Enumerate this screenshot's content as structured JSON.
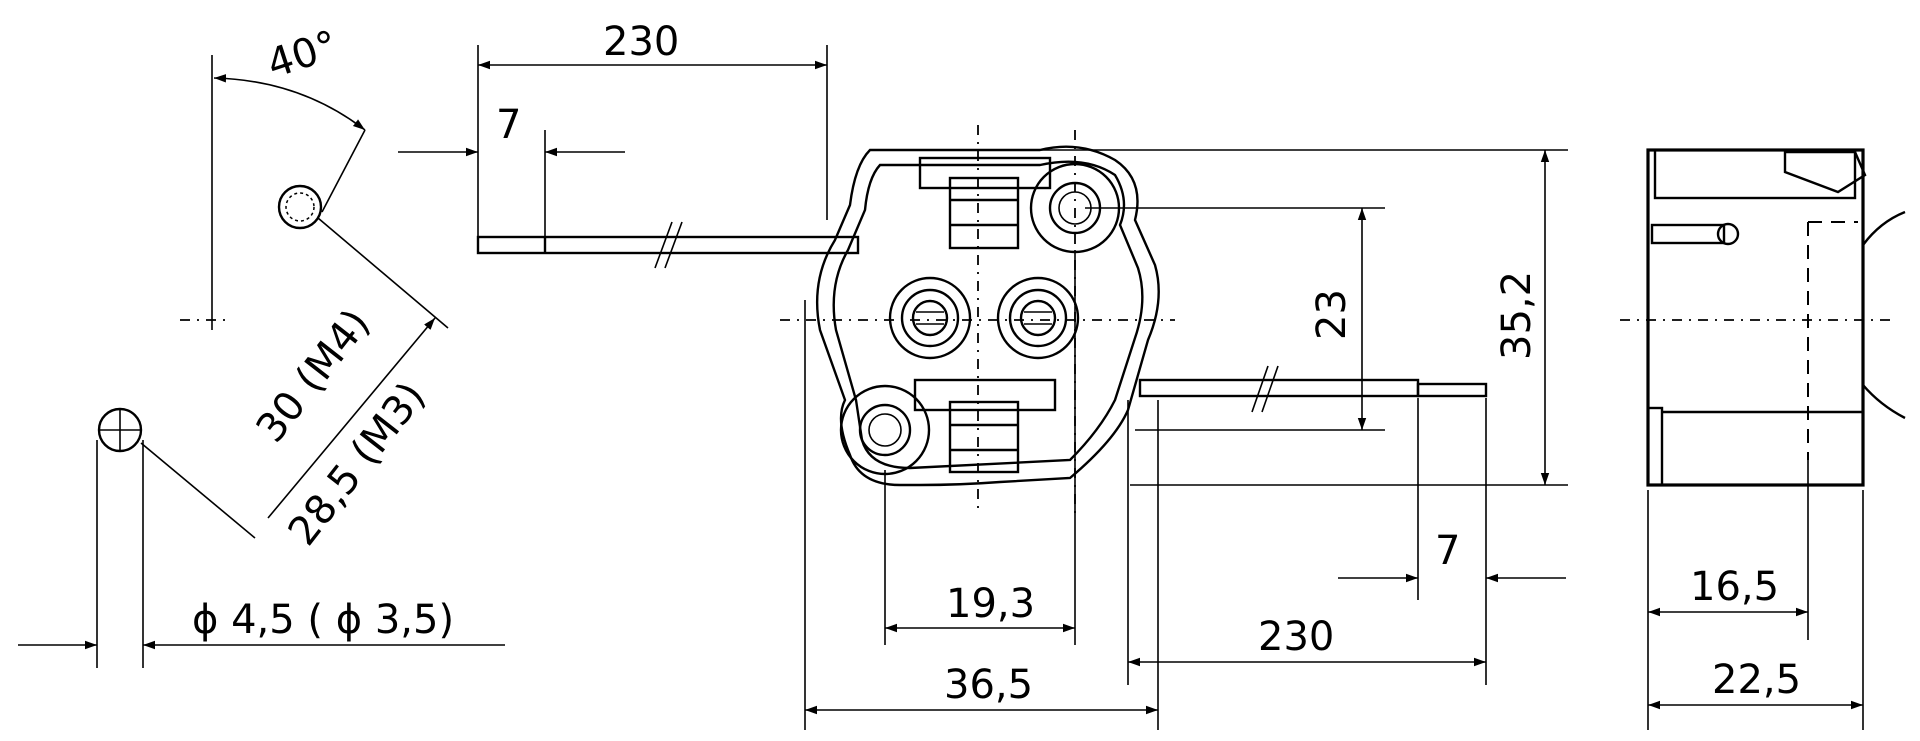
{
  "drawing": {
    "left_view": {
      "angle": "40°",
      "dim_30": "30 (M4)",
      "dim_285": "28,5 (M3)",
      "hole_dia": "ϕ 4,5 ( ϕ 3,5)"
    },
    "front_view": {
      "lead_left_length": "230",
      "lead_left_strip": "7",
      "height_total": "35,2",
      "height_inner": "23",
      "width_holes": "19,3",
      "width_total": "36,5",
      "lead_right_length": "230",
      "lead_right_strip": "7"
    },
    "side_view": {
      "depth_inner": "16,5",
      "depth_total": "22,5"
    }
  }
}
